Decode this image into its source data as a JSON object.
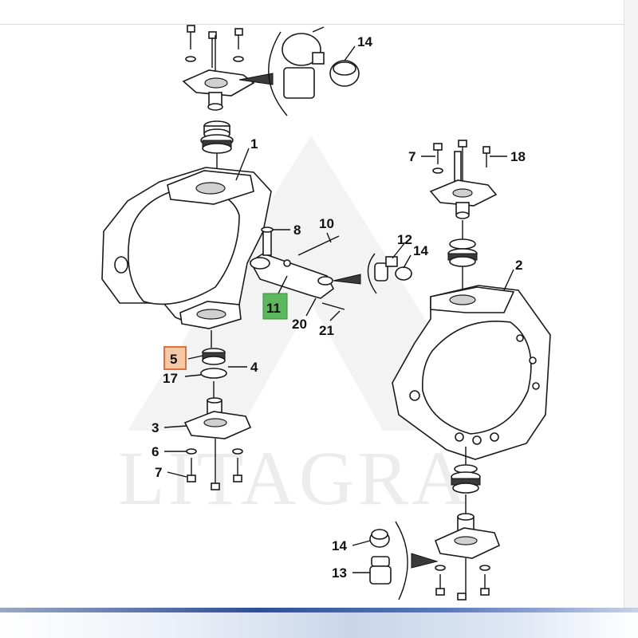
{
  "watermark": {
    "text": "LITAGRA"
  },
  "callouts": [
    {
      "id": "c14a",
      "text": "14",
      "highlight": "none"
    },
    {
      "id": "c1",
      "text": "1",
      "highlight": "none"
    },
    {
      "id": "c7a",
      "text": "7",
      "highlight": "none"
    },
    {
      "id": "c18",
      "text": "18",
      "highlight": "none"
    },
    {
      "id": "c8",
      "text": "8",
      "highlight": "none"
    },
    {
      "id": "c10",
      "text": "10",
      "highlight": "none"
    },
    {
      "id": "c12",
      "text": "12",
      "highlight": "none"
    },
    {
      "id": "c14b",
      "text": "14",
      "highlight": "none"
    },
    {
      "id": "c2",
      "text": "2",
      "highlight": "none"
    },
    {
      "id": "c11",
      "text": "11",
      "highlight": "green"
    },
    {
      "id": "c20",
      "text": "20",
      "highlight": "none"
    },
    {
      "id": "c21",
      "text": "21",
      "highlight": "none"
    },
    {
      "id": "c5",
      "text": "5",
      "highlight": "orange"
    },
    {
      "id": "c4",
      "text": "4",
      "highlight": "none"
    },
    {
      "id": "c17",
      "text": "17",
      "highlight": "none"
    },
    {
      "id": "c3",
      "text": "3",
      "highlight": "none"
    },
    {
      "id": "c6",
      "text": "6",
      "highlight": "none"
    },
    {
      "id": "c7b",
      "text": "7",
      "highlight": "none"
    },
    {
      "id": "c14c",
      "text": "14",
      "highlight": "none"
    },
    {
      "id": "c13",
      "text": "13",
      "highlight": "none"
    }
  ],
  "colors": {
    "highlight_green": "#5cb85c",
    "highlight_orange_fill": "#f6c9a6",
    "highlight_orange_border": "#e0703a",
    "line": "#111111"
  }
}
